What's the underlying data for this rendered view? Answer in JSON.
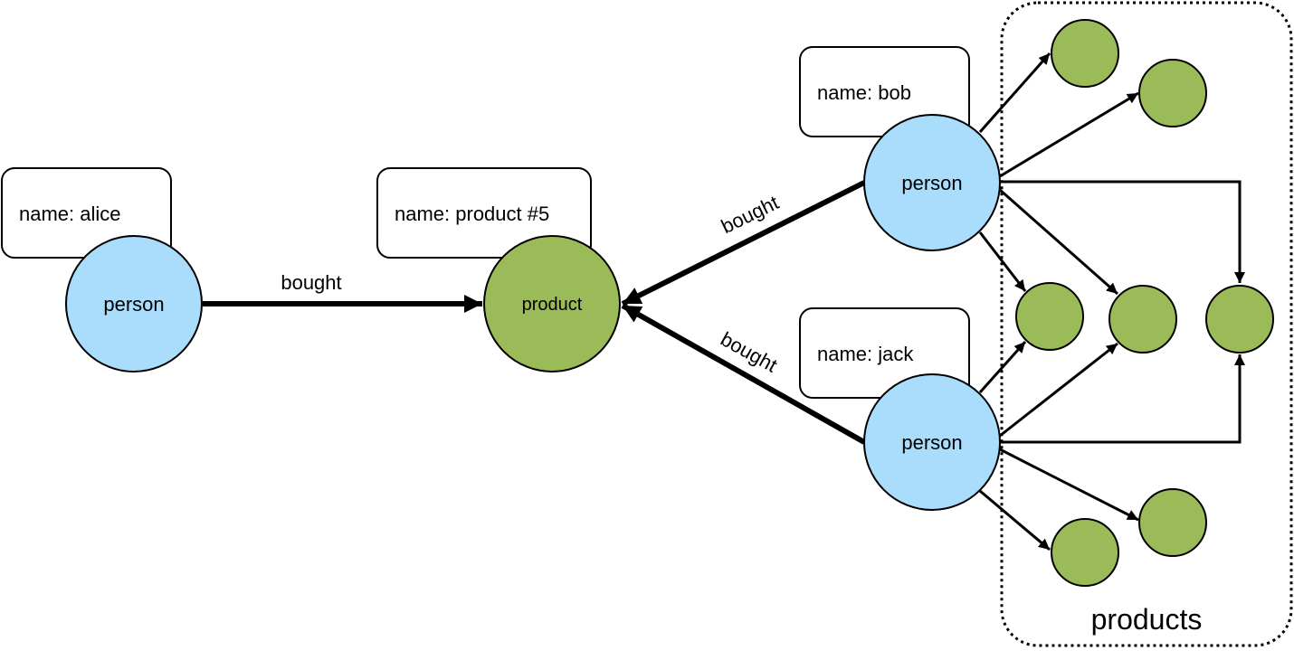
{
  "colors": {
    "person_fill": "#aaddfb",
    "product_fill": "#9bbb59",
    "stroke": "#000000"
  },
  "nodes": {
    "alice": {
      "label": "person",
      "prop": "name: alice"
    },
    "product5": {
      "label": "product",
      "prop": "name: product #5"
    },
    "bob": {
      "label": "person",
      "prop": "name: bob"
    },
    "jack": {
      "label": "person",
      "prop": "name: jack"
    }
  },
  "edges": {
    "alice_to_product": "bought",
    "bob_to_product": "bought",
    "jack_to_product": "bought"
  },
  "group": {
    "label": "products"
  }
}
